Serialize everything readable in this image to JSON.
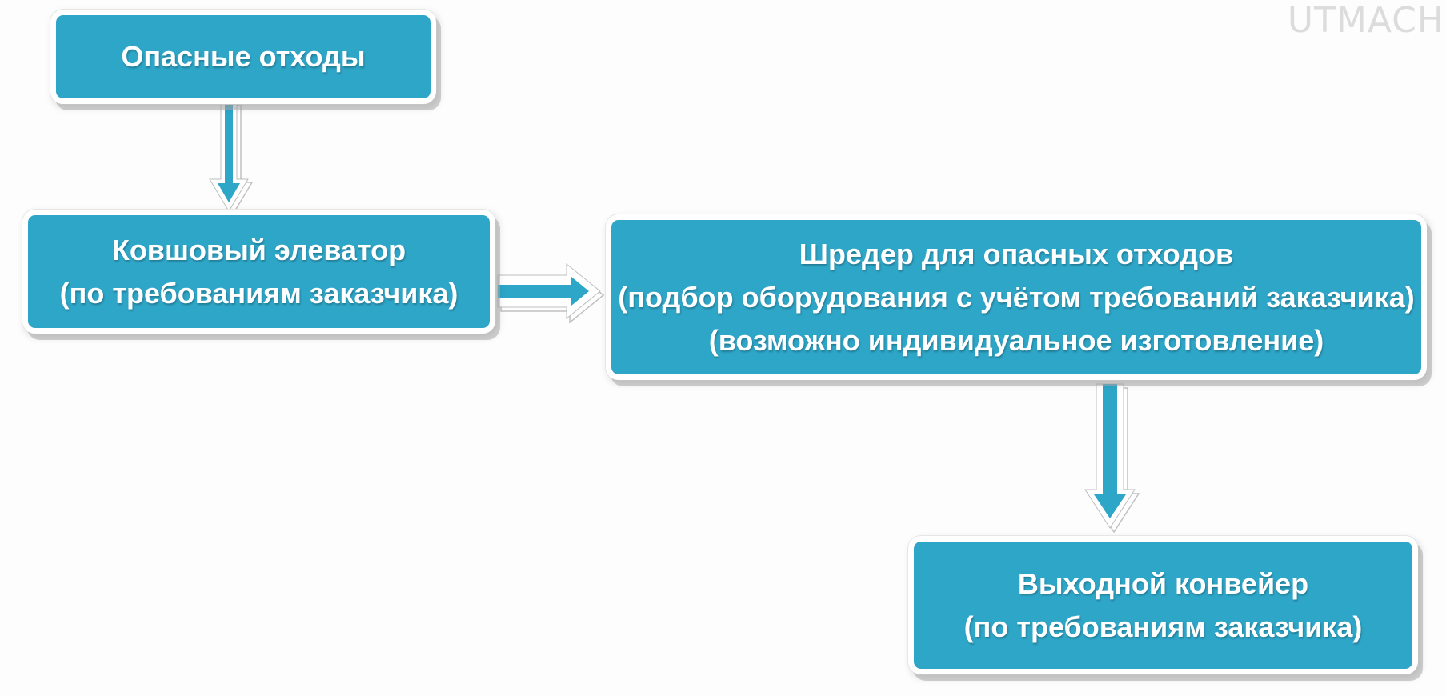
{
  "watermark": "UTMACH",
  "nodes": {
    "hazardous_waste": {
      "line1": "Опасные отходы"
    },
    "bucket_elevator": {
      "line1": "Ковшовый элеватор",
      "line2": "(по требованиям заказчика)"
    },
    "shredder": {
      "line1": "Шредер для опасных отходов",
      "line2": "(подбор оборудования с учётом требований заказчика)",
      "line3": "(возможно индивидуальное изготовление)"
    },
    "output_conveyor": {
      "line1": "Выходной конвейер",
      "line2": "(по требованиям заказчика)"
    }
  },
  "colors": {
    "node_fill": "#2ea6c8",
    "node_border": "#ffffff",
    "arrow_fill": "#2ea6c8",
    "watermark": "#dcdcdc"
  },
  "edges": [
    {
      "from": "hazardous_waste",
      "to": "bucket_elevator"
    },
    {
      "from": "bucket_elevator",
      "to": "shredder"
    },
    {
      "from": "shredder",
      "to": "output_conveyor"
    }
  ]
}
